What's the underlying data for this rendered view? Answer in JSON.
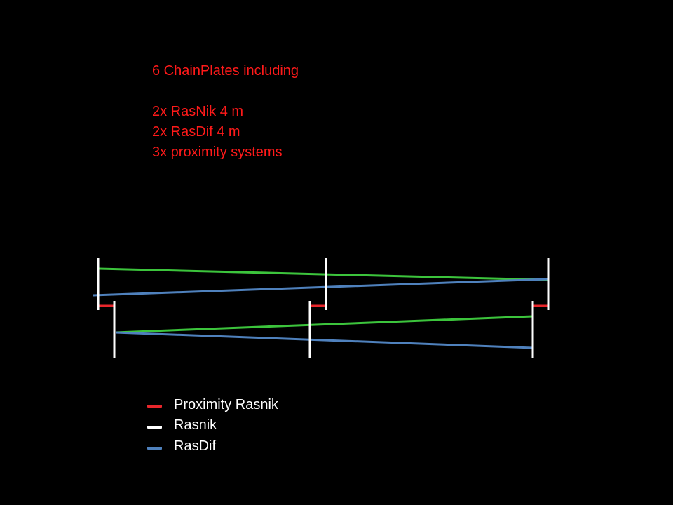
{
  "info": {
    "heading": "6 ChainPlates including",
    "lines": [
      "2x RasNik 4 m",
      "2x RasDif 4 m",
      "3x proximity systems"
    ],
    "color": "#ff1a1a"
  },
  "legend": [
    {
      "label": "Proximity Rasnik",
      "color": "#e8262b"
    },
    {
      "label": "Rasnik",
      "color": "#ffffff"
    },
    {
      "label": "RasDif",
      "color": "#4f81bd"
    }
  ],
  "colors": {
    "background": "#000000",
    "plate": "#ffffff",
    "rasnik_line": "#3cc43c",
    "rasdif_line": "#4f81bd",
    "proximity": "#e8262b"
  }
}
